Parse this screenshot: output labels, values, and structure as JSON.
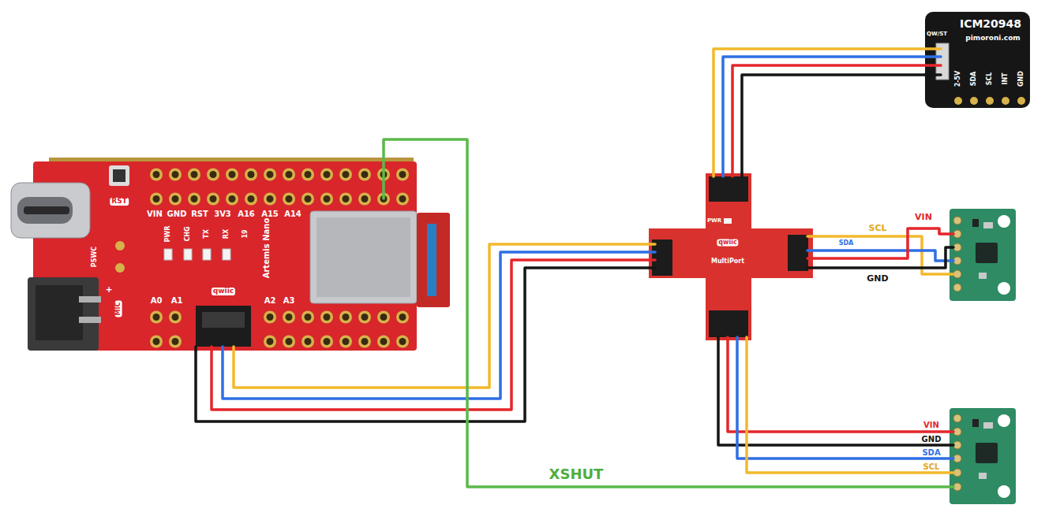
{
  "diagram": {
    "nodes": [
      {
        "text": [
          "Artemis Nano"
        ]
      },
      {
        "text": [
          "MultiPort"
        ]
      },
      {
        "text": [
          "ICM20948",
          "pimoroni.com"
        ]
      }
    ],
    "edges": [
      {
        "from": 0,
        "to": 1,
        "arrow": "none"
      },
      {
        "from": 1,
        "to": 2,
        "arrow": "none"
      }
    ],
    "labels": [
      "RST",
      "VIN",
      "GND",
      "RST",
      "3V3",
      "A16",
      "A15",
      "A14",
      "PWR",
      "CHG",
      "TX",
      "RX",
      "19",
      "qwiic",
      "PSWC",
      "MIC",
      "A0",
      "A1",
      "A2",
      "A3",
      "+",
      "PWR",
      "qwiic",
      "QW/ST",
      "2-5V",
      "SDA",
      "SCL",
      "INT",
      "GND",
      "SCL",
      "VIN",
      "SDA",
      "GND",
      "VIN",
      "GND",
      "SDA",
      "SCL",
      "XSHUT"
    ]
  }
}
